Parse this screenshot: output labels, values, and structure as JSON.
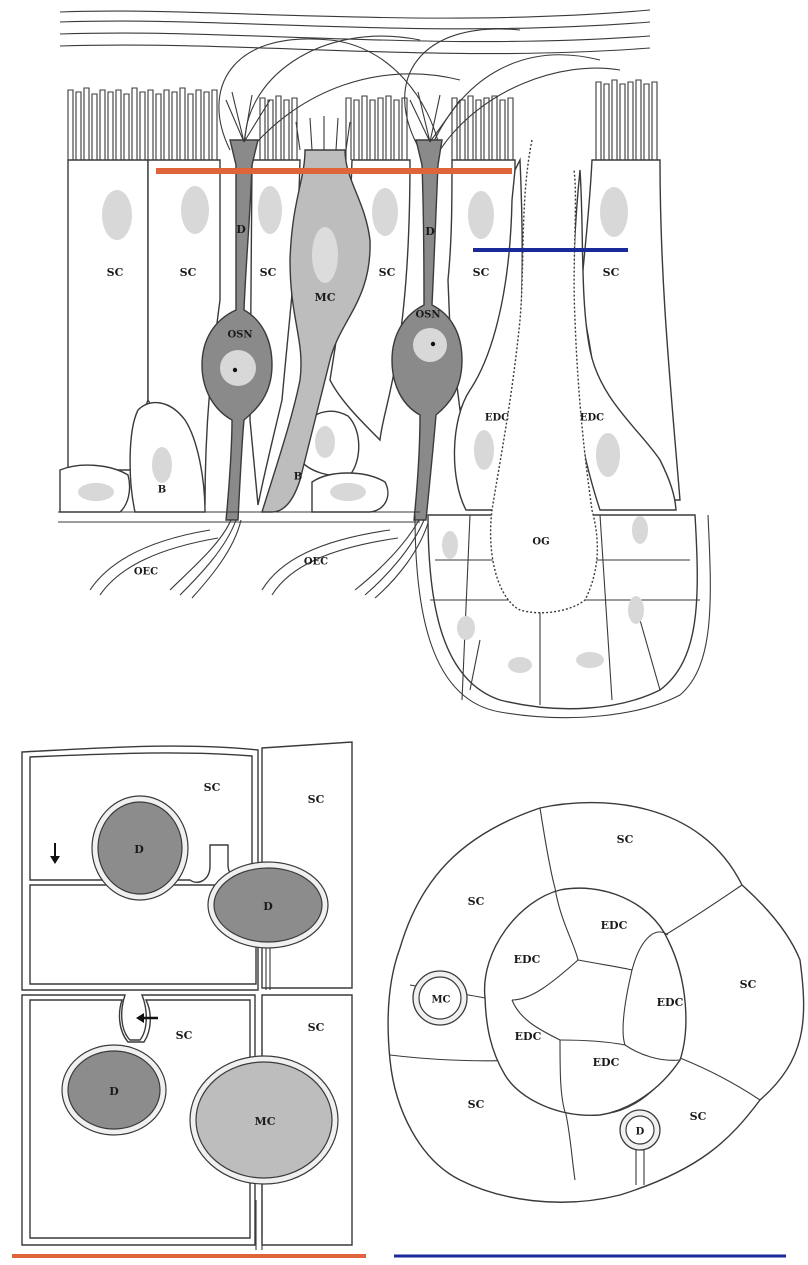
{
  "colors": {
    "orange_line": "#e0643a",
    "blue_line": "#1a2a9a",
    "osn_fill": "#8a8a8a",
    "osn_dark": "#6a6a6a",
    "mc_fill": "#bdbdbd",
    "d_fill": "#8c8c8c",
    "nucleus_fill": "#d8d8d8",
    "line": "#3a3a3a"
  },
  "top_panel": {
    "labels": {
      "sc": "SC",
      "mc": "MC",
      "osn": "OSN",
      "d": "D",
      "b": "B",
      "oec": "OEC",
      "edc": "EDC",
      "og": "OG"
    }
  },
  "bottom_left_panel": {
    "labels": {
      "sc": "SC",
      "d": "D",
      "mc": "MC"
    },
    "arrows": [
      "down-arrow-icon",
      "left-arrow-icon"
    ]
  },
  "bottom_right_panel": {
    "labels": {
      "sc": "SC",
      "edc": "EDC",
      "mc": "MC",
      "d": "D"
    }
  }
}
